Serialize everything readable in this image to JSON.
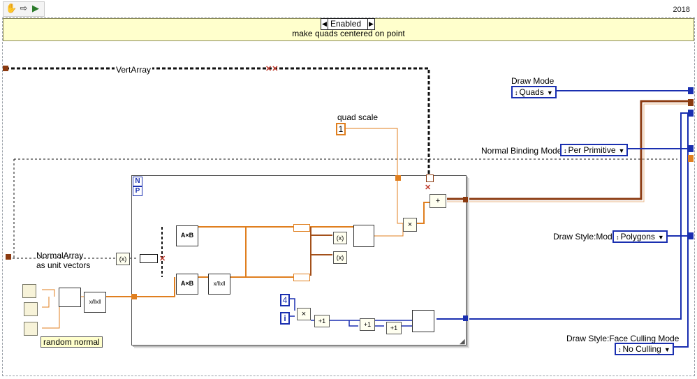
{
  "toolbar": {
    "icons": [
      "hand-tool-icon",
      "run-arrow-icon",
      "probe-icon"
    ],
    "version": "2018"
  },
  "structure": {
    "enabled_label": "Enabled",
    "caption": "make quads centered on point"
  },
  "wires": {
    "vert_array_label": "VertArray",
    "normal_array_label_line1": "NormalArray",
    "normal_array_label_line2": "as unit vectors"
  },
  "controls": {
    "draw_mode": {
      "label": "Draw Mode",
      "value": "Quads"
    },
    "normal_binding": {
      "label": "Normal Binding Mode",
      "value": "Per Primitive"
    },
    "draw_style_mode": {
      "label": "Draw Style:Mode",
      "value": "Polygons"
    },
    "face_culling": {
      "label": "Draw Style:Face Culling Mode",
      "value": "No Culling"
    },
    "quad_scale": {
      "label": "quad scale",
      "value": "1"
    }
  },
  "loop": {
    "n_label": "N",
    "p_label": "P",
    "const_4": "4",
    "iter_label": "i",
    "random_normal_label": "random normal"
  },
  "colors": {
    "orange_wire": "#e07f1f",
    "blue_wire": "#1a2fb0",
    "brown_wire": "#8b3a10",
    "banner": "#ffffcc"
  }
}
